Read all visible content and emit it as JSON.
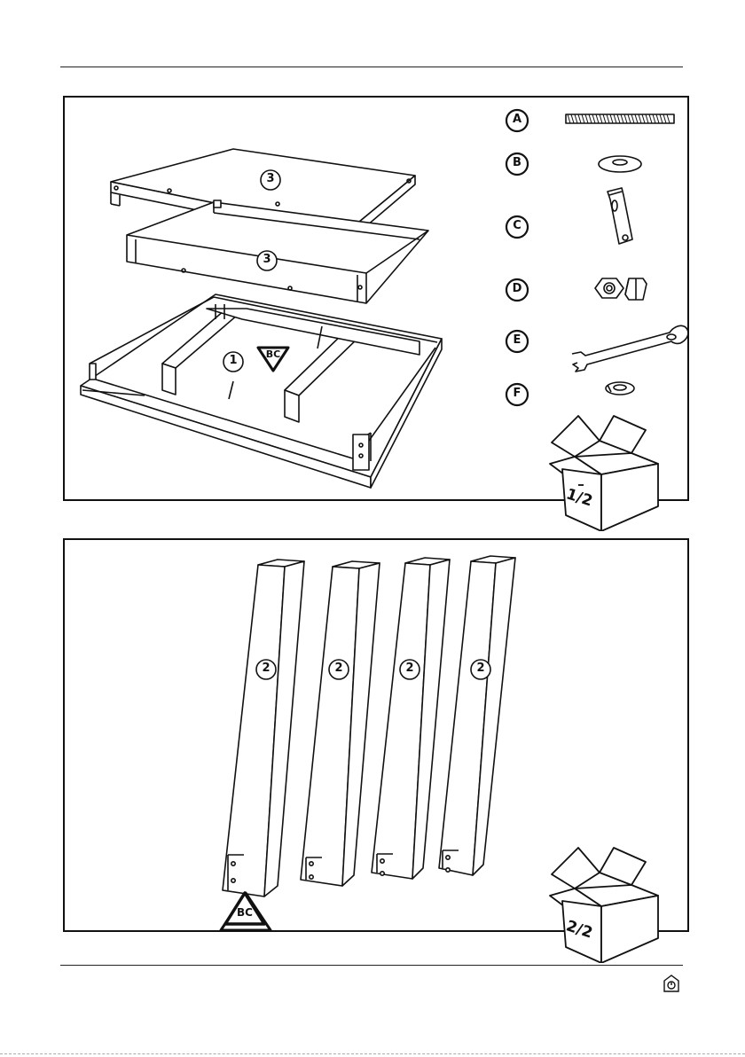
{
  "panel1": {
    "parts": [
      {
        "num": "3",
        "label": "3"
      },
      {
        "num": "3b",
        "label": "3"
      },
      {
        "num": "1",
        "label": "1"
      }
    ],
    "bc_label": "BC",
    "hardware": [
      {
        "letter": "A",
        "icon": "threaded-rod-icon"
      },
      {
        "letter": "B",
        "icon": "washer-icon"
      },
      {
        "letter": "C",
        "icon": "barrel-nut-icon"
      },
      {
        "letter": "D",
        "icon": "hex-nut-icon"
      },
      {
        "letter": "E",
        "icon": "wrench-icon"
      },
      {
        "letter": "F",
        "icon": "spring-washer-icon"
      }
    ],
    "box_label": "1/2"
  },
  "panel2": {
    "legs": [
      "2",
      "2",
      "2",
      "2"
    ],
    "bc_label": "BC",
    "box_label": "2/2"
  },
  "footer": {
    "logo_icon": "brand-logo-icon"
  }
}
